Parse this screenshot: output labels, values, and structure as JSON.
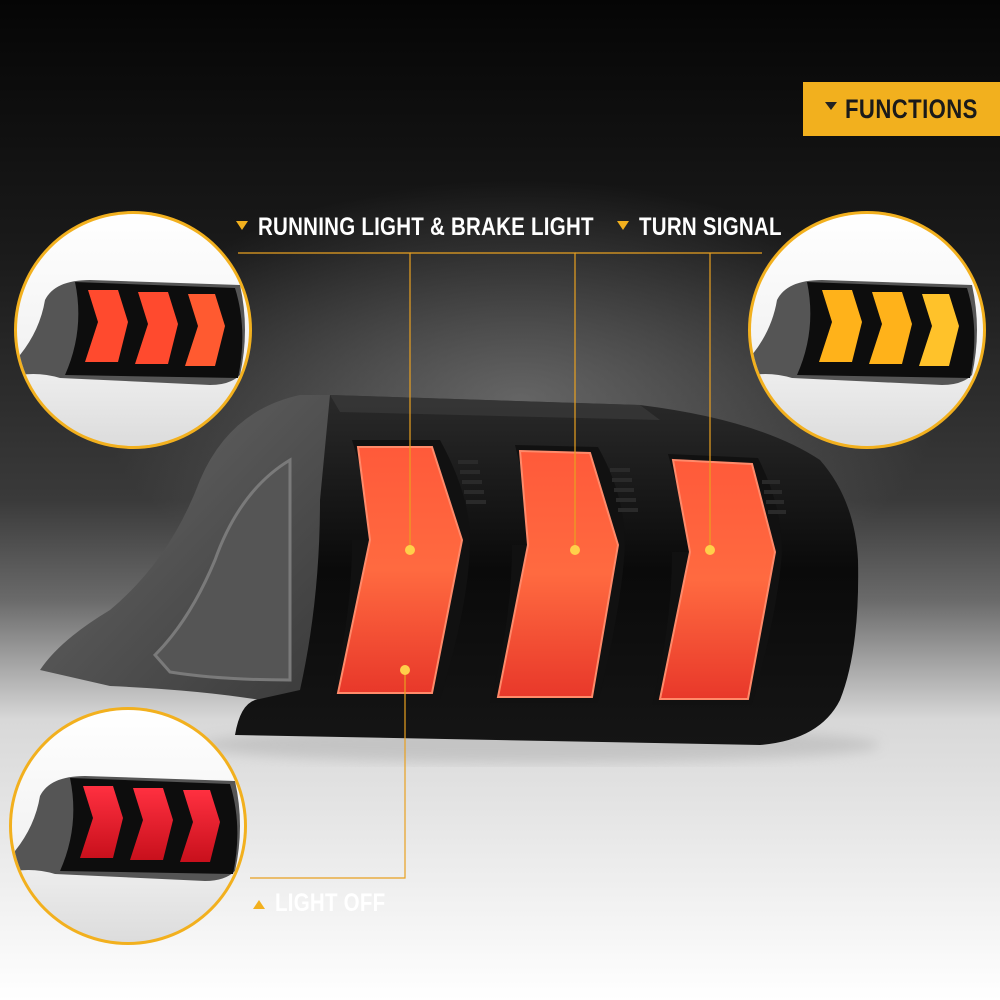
{
  "functions_badge": {
    "label": "FUNCTIONS",
    "color": "#f2b01e"
  },
  "labels": {
    "running_brake": "RUNNING LIGHT & BRAKE LIGHT",
    "turn_signal": "TURN SIGNAL",
    "light_off": "LIGHT OFF"
  },
  "accent_color": "#f2b01e",
  "insets": [
    {
      "name": "running-light-inset",
      "light_color": "#ff4a2e"
    },
    {
      "name": "turn-signal-inset",
      "light_color": "#ffb21a"
    },
    {
      "name": "light-off-inset",
      "light_color": "#e8202a"
    }
  ]
}
